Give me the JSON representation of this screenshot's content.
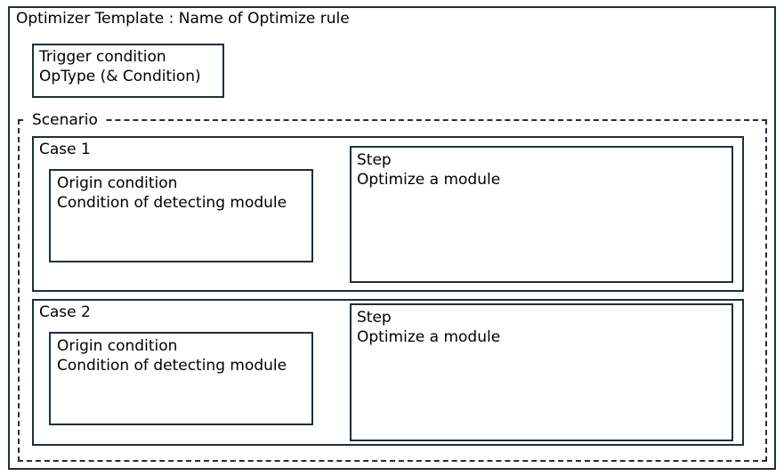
{
  "template": {
    "title": "Optimizer Template : Name of Optimize rule"
  },
  "trigger": {
    "line1": "Trigger condition",
    "line2": "OpType (& Condition)"
  },
  "scenario": {
    "label": "Scenario",
    "cases": [
      {
        "label": "Case 1",
        "origin": {
          "line1": "Origin condition",
          "line2": "Condition of detecting module"
        },
        "step": {
          "line1": "Step",
          "line2": "Optimize a module"
        }
      },
      {
        "label": "Case 2",
        "origin": {
          "line1": "Origin condition",
          "line2": "Condition of detecting module"
        },
        "step": {
          "line1": "Step",
          "line2": "Optimize a module"
        }
      }
    ]
  }
}
